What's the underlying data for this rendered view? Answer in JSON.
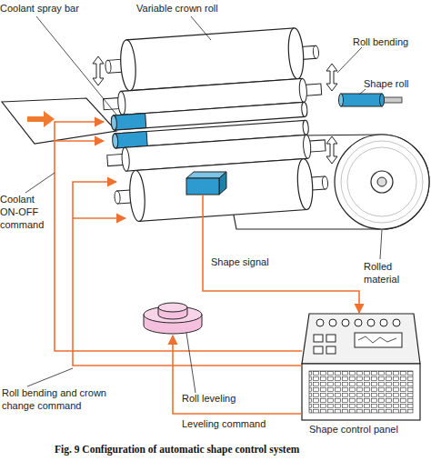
{
  "diagram": {
    "caption": "Fig. 9 Configuration of automatic shape control system",
    "labels": [
      "Coolant spray bar",
      "Variable crown roll",
      "Roll bending",
      "Shape roll",
      "Coolant ON-OFF command",
      "Shape signal",
      "Rolled material",
      "Roll bending and crown change command",
      "Roll leveling",
      "Leveling command",
      "Shape control panel"
    ]
  }
}
